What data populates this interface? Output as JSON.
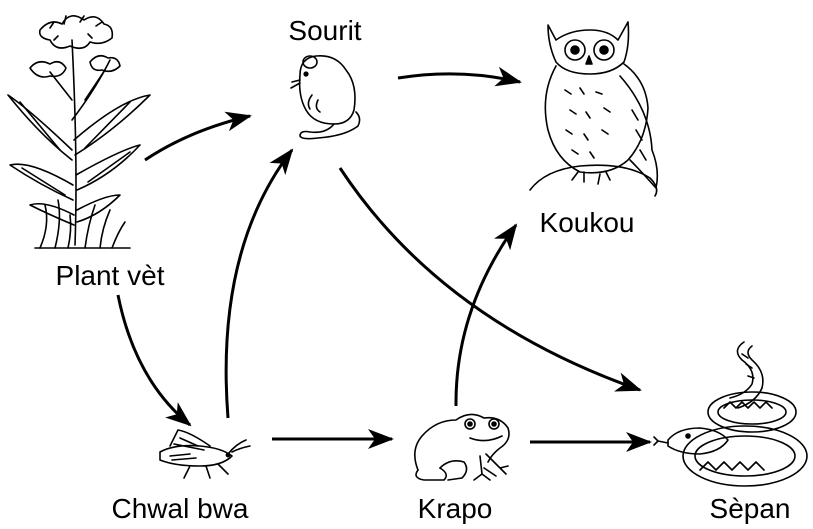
{
  "organisms": {
    "plant": "Plant vèt",
    "mouse": "Sourit",
    "owl": "Koukou",
    "grasshopper": "Chwal bwa",
    "frog": "Krapo",
    "snake": "Sèpan"
  },
  "links": [
    {
      "from": "Plant vèt",
      "to": "Sourit"
    },
    {
      "from": "Plant vèt",
      "to": "Chwal bwa"
    },
    {
      "from": "Sourit",
      "to": "Koukou"
    },
    {
      "from": "Sourit",
      "to": "Sèpan"
    },
    {
      "from": "Chwal bwa",
      "to": "Sourit"
    },
    {
      "from": "Chwal bwa",
      "to": "Krapo"
    },
    {
      "from": "Krapo",
      "to": "Koukou"
    },
    {
      "from": "Krapo",
      "to": "Sèpan"
    }
  ],
  "colors": {
    "ink": "#000000",
    "background": "#ffffff"
  }
}
